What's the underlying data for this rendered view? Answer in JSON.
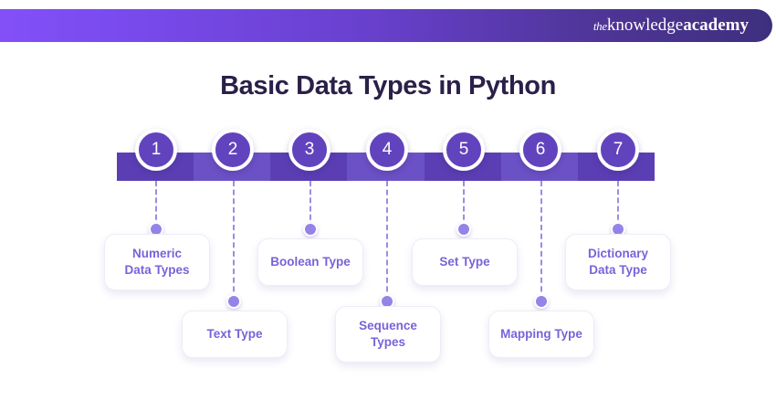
{
  "header": {
    "logo": {
      "the": "the",
      "knowledge": "knowledge",
      "academy": "academy"
    },
    "gradient_start": "#8350f7",
    "gradient_end": "#3e2f7e"
  },
  "title": "Basic Data Types in Python",
  "title_color": "#2b2049",
  "theme": {
    "segment_dark": "#5b3eb4",
    "segment_light": "#6b51c6",
    "circle_fill": "#6243be",
    "dot_fill": "#9683e8",
    "dash_color": "#9f8ae6",
    "label_text": "#7a62d8",
    "card_bg": "#ffffff"
  },
  "steps": [
    {
      "number": "1",
      "label": "Numeric\nData Types",
      "label_line1": "Numeric",
      "label_line2": "Data Types",
      "row": "top"
    },
    {
      "number": "2",
      "label": "Text Type",
      "label_line1": "Text Type",
      "label_line2": "",
      "row": "bottom"
    },
    {
      "number": "3",
      "label": "Boolean Type",
      "label_line1": "Boolean Type",
      "label_line2": "",
      "row": "top"
    },
    {
      "number": "4",
      "label": "Sequence\nTypes",
      "label_line1": "Sequence",
      "label_line2": "Types",
      "row": "bottom"
    },
    {
      "number": "5",
      "label": "Set Type",
      "label_line1": "Set Type",
      "label_line2": "",
      "row": "top"
    },
    {
      "number": "6",
      "label": "Mapping Type",
      "label_line1": "Mapping Type",
      "label_line2": "",
      "row": "bottom"
    },
    {
      "number": "7",
      "label": "Dictionary\nData Type",
      "label_line1": "Dictionary",
      "label_line2": "Data Type",
      "row": "top"
    }
  ]
}
